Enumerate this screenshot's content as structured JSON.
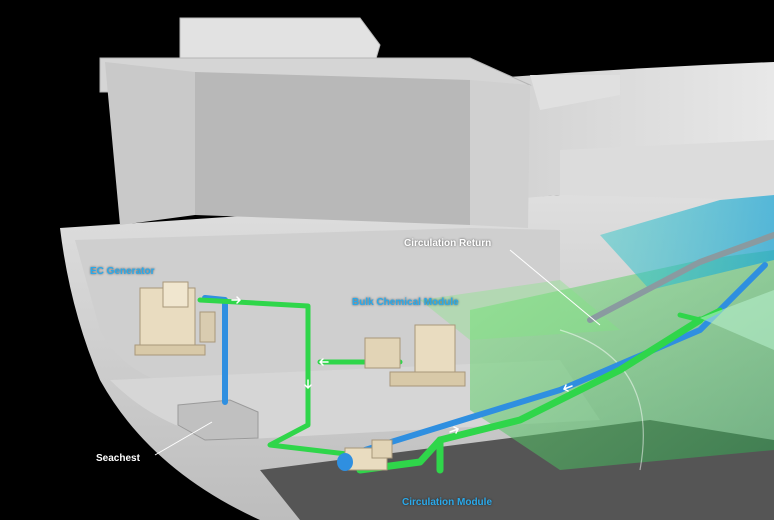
{
  "labels": {
    "ec_generator": "EC Generator",
    "bulk_chemical_module": "Bulk Chemical Module",
    "circulation_return": "Circulation Return",
    "seachest": "Seachest",
    "circulation_module": "Circulation Module"
  },
  "colors": {
    "background": "#000000",
    "hull": "#d9d9d9",
    "hull_dark": "#a9a9a9",
    "green_pipe": "#2fd64a",
    "blue_pipe": "#2f8fe0",
    "label_blue": "#2aa9ea",
    "label_white": "#ffffff",
    "module_beige": "#e9dcc0"
  }
}
